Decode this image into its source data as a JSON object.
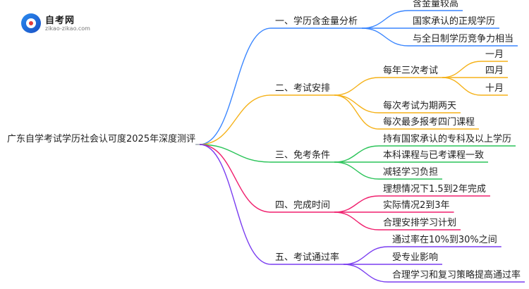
{
  "brand": {
    "name": "自考网",
    "domain": "zikao-zikao.com"
  },
  "colors": {
    "root": "#9aa3ad",
    "blue": "#3a86ff",
    "orange": "#f5b21a",
    "green": "#2cc45a",
    "pink": "#f0206e",
    "purple": "#7a3df0"
  },
  "mindmap": {
    "root": "广东自学考试学历社会认可度2025年深度测评",
    "branches": [
      {
        "label": "一、学历含金量分析",
        "color": "blue",
        "children": [
          {
            "label": "含金量较高"
          },
          {
            "label": "国家承认的正规学历"
          },
          {
            "label": "与全日制学历竞争力相当"
          }
        ]
      },
      {
        "label": "二、考试安排",
        "color": "orange",
        "children": [
          {
            "label": "每年三次考试",
            "children": [
              {
                "label": "一月"
              },
              {
                "label": "四月"
              },
              {
                "label": "十月"
              }
            ]
          },
          {
            "label": "每次考试为期两天"
          },
          {
            "label": "每次最多报考四门课程"
          }
        ]
      },
      {
        "label": "三、免考条件",
        "color": "green",
        "children": [
          {
            "label": "持有国家承认的专科及以上学历"
          },
          {
            "label": "本科课程与已考课程一致"
          },
          {
            "label": "减轻学习负担"
          }
        ]
      },
      {
        "label": "四、完成时间",
        "color": "pink",
        "children": [
          {
            "label": "理想情况下1.5到2年完成"
          },
          {
            "label": "实际情况2到3年"
          },
          {
            "label": "合理安排学习计划"
          }
        ]
      },
      {
        "label": "五、考试通过率",
        "color": "purple",
        "children": [
          {
            "label": "通过率在10%到30%之间"
          },
          {
            "label": "受专业影响"
          },
          {
            "label": "合理学习和复习策略提高通过率"
          }
        ]
      }
    ]
  }
}
